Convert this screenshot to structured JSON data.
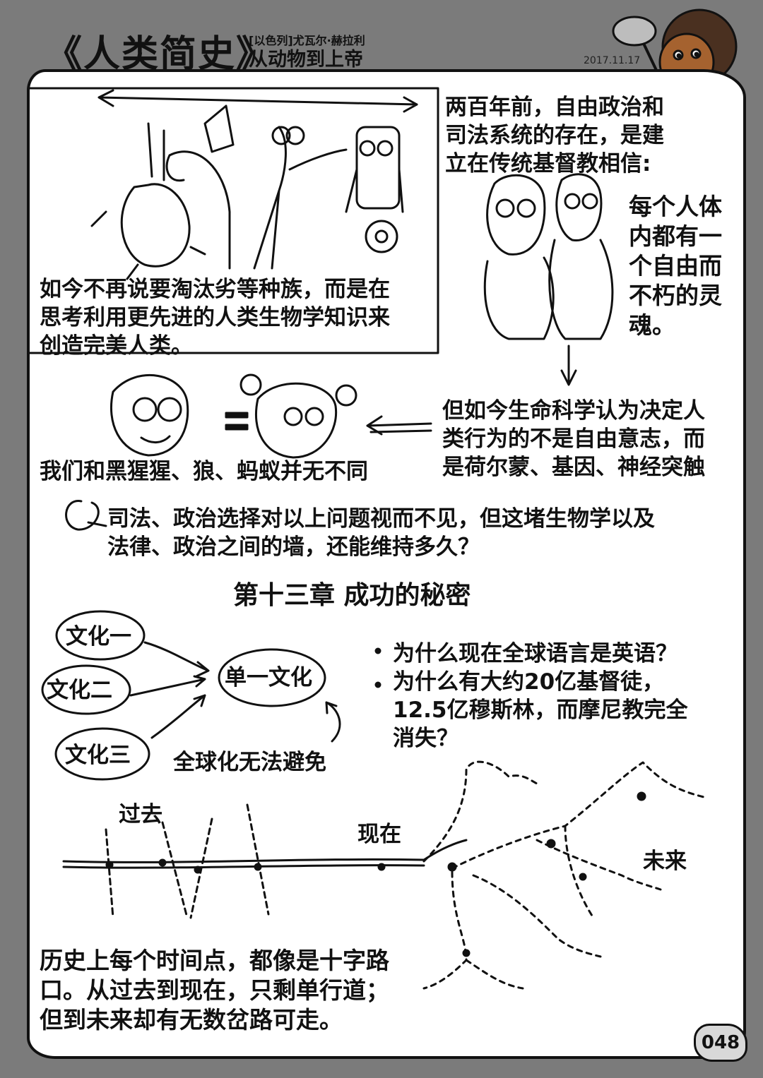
{
  "header": {
    "title": "《人类简史》",
    "author": "[以色列]尤瓦尔·赫拉利",
    "subtitle": "从动物到上帝",
    "date": "2017.11.17"
  },
  "panel1": {
    "caption": [
      "如今不再说要淘汰劣等种族，而是在",
      "思考利用更先进的人类生物学知识来",
      "创造完美人类。"
    ]
  },
  "panel2": {
    "intro": [
      "两百年前，自由政治和",
      "司法系统的存在，是建",
      "立在传统基督教相信:"
    ],
    "belief": [
      "每个人体",
      "内都有一",
      "个自由而",
      "不朽的灵",
      "魂。"
    ]
  },
  "panel3": {
    "left_caption": "我们和黑猩猩、狼、蚂蚁并无不同",
    "right_text": [
      "但如今生命科学认为决定人",
      "类行为的不是自由意志，而",
      "是荷尔蒙、基因、神经突触"
    ]
  },
  "question": {
    "marker": "Q",
    "lines": [
      "司法、政治选择对以上问题视而不见，但这堵生物学以及",
      "法律、政治之间的墙，还能维持多久？"
    ]
  },
  "chapter": {
    "title": "第十三章 成功的秘密",
    "bubbles": [
      "文化一",
      "文化二",
      "文化三"
    ],
    "target": "单一文化",
    "note": "全球化无法避免",
    "bullets": [
      "为什么现在全球语言是英语？",
      "为什么有大约20亿基督徒，",
      "12.5亿穆斯林，而摩尼教完全",
      "消失？"
    ]
  },
  "timeline": {
    "past": "过去",
    "present": "现在",
    "future": "未来",
    "caption": [
      "历史上每个时间点，都像是十字路",
      "口。从过去到现在，只剩单行道；",
      "但到未来却有无数岔路可走。"
    ]
  },
  "page_number": "048"
}
